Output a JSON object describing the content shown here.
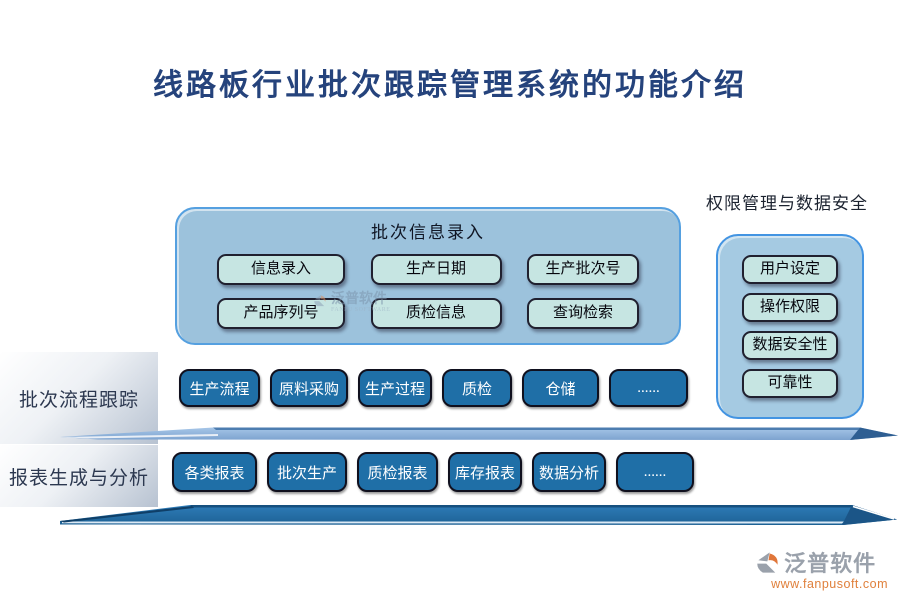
{
  "title": "线路板行业批次跟踪管理系统的功能介绍",
  "batch_info_panel": {
    "title": "批次信息录入",
    "buttons": [
      "信息录入",
      "生产日期",
      "生产批次号",
      "产品序列号",
      "质检信息",
      "查询检索"
    ]
  },
  "permission_panel": {
    "label": "权限管理与数据安全",
    "buttons": [
      "用户设定",
      "操作权限",
      "数据安全性",
      "可靠性"
    ]
  },
  "process_row": {
    "label": "批次流程跟踪",
    "buttons": [
      "生产流程",
      "原料采购",
      "生产过程",
      "质检",
      "仓储",
      "......"
    ]
  },
  "report_row": {
    "label": "报表生成与分析",
    "buttons": [
      "各类报表",
      "批次生产",
      "质检报表",
      "库存报表",
      "数据分析",
      "......"
    ]
  },
  "watermark": {
    "name": "泛普软件",
    "subtext": "FANPU SOFTWARE"
  },
  "logo": {
    "name": "泛普软件",
    "url": "www.fanpusoft.com"
  },
  "colors": {
    "title_text": "#25437c",
    "panel_fill": "#9cc2dc",
    "panel_border": "#55a0e0",
    "teal_button_fill": "#c6e5e2",
    "dark_button_fill": "#1f6fa7",
    "bar_light": "#8fb3da",
    "bar_dark": "#2472ac",
    "logo_gray": "#9aa1ab",
    "logo_orange": "#e0803c"
  }
}
